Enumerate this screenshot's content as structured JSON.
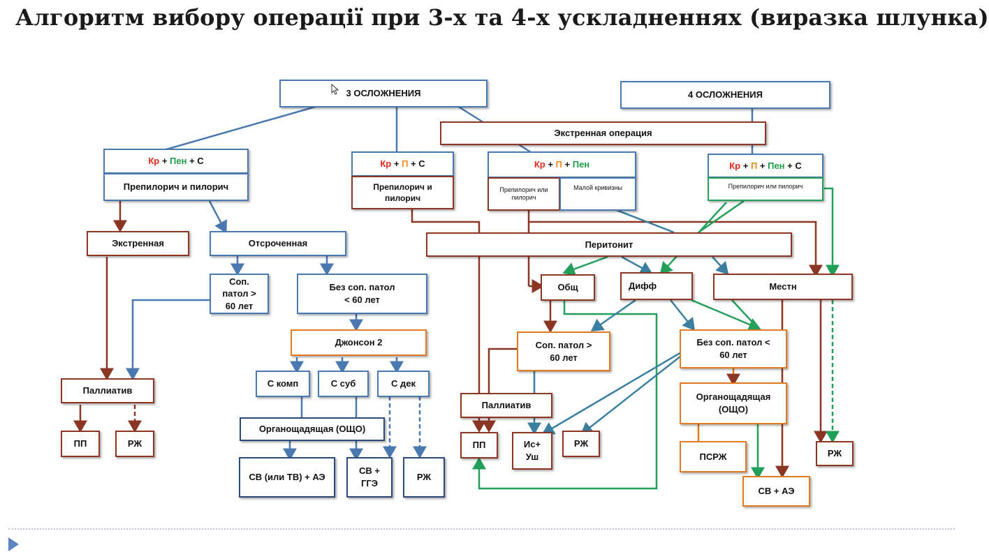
{
  "title": "Алгоритм вибору операції при 3-х та 4-х ускладненнях (виразка шлунка)",
  "colors": {
    "blue": "#4a78b0",
    "brown": "#8b3524",
    "orange": "#e07a1f",
    "green": "#22a05a",
    "red_text": "#e02a1e",
    "green_text": "#1f9a4a",
    "orange_text": "#f08a1c"
  },
  "nodes": {
    "three_compl": "3 ОСЛОЖНЕНИЯ",
    "four_compl": "4 ОСЛОЖНЕНИЯ",
    "emergency_op": "Экстренная операция",
    "combo1": {
      "a": "Кр",
      "plus1": " + ",
      "b": "Пен",
      "plus2": " + ",
      "c": "С"
    },
    "combo1_sub": "Препилорич и пилорич",
    "combo2": {
      "a": "Кр",
      "plus1": " + ",
      "b": "П",
      "plus2": " + ",
      "c": "С"
    },
    "combo2_sub": "Препилорич и пилорич",
    "combo3": {
      "a": "Кр",
      "plus1": " + ",
      "b": "П",
      "plus2": " + ",
      "c": "Пен"
    },
    "combo3_sub_left": "Препилорич или пилорич",
    "combo3_sub_right": "Малой кривизны",
    "combo4": {
      "a": "Кр",
      "plus1": " + ",
      "b": "П",
      "plus2": " + ",
      "c": "Пен",
      "plus3": " + ",
      "d": "С"
    },
    "combo4_sub": "Препилорич или пилорич",
    "ekstrennaya": "Экстренная",
    "otsrochennaya": "Отсроченная",
    "sop_patol_left": "Соп. патол > 60 лет",
    "bez_sop_left": "Без соп. патол < 60 лет",
    "jonson": "Джонсон 2",
    "s_komp": "С комп",
    "s_sub": "С суб",
    "s_dek": "С дек",
    "organ_left": "Органощадящая (ОЩО)",
    "sv_tv": "СВ (или ТВ) + АЭ",
    "sv_gge": "СВ + ГГЭ",
    "rzh_left_bottom": "РЖ",
    "palliativ_left": "Паллиатив",
    "pp_left": "ПП",
    "rzh_left": "РЖ",
    "peritonit": "Перитонит",
    "obsh": "Общ",
    "diff": "Дифф",
    "mestn": "Местн",
    "sop_patol_right": "Соп. патол > 60 лет",
    "bez_sop_right": "Без соп. патол < 60 лет",
    "palliativ_right": "Паллиатив",
    "pp_right": "ПП",
    "is_ush": "Ис+ Уш",
    "rzh_mid": "РЖ",
    "organ_right": "Органощадящая (ОЩО)",
    "psrzh": "ПСРЖ",
    "sv_ae": "СВ + АЭ",
    "rzh_far_right": "РЖ"
  }
}
